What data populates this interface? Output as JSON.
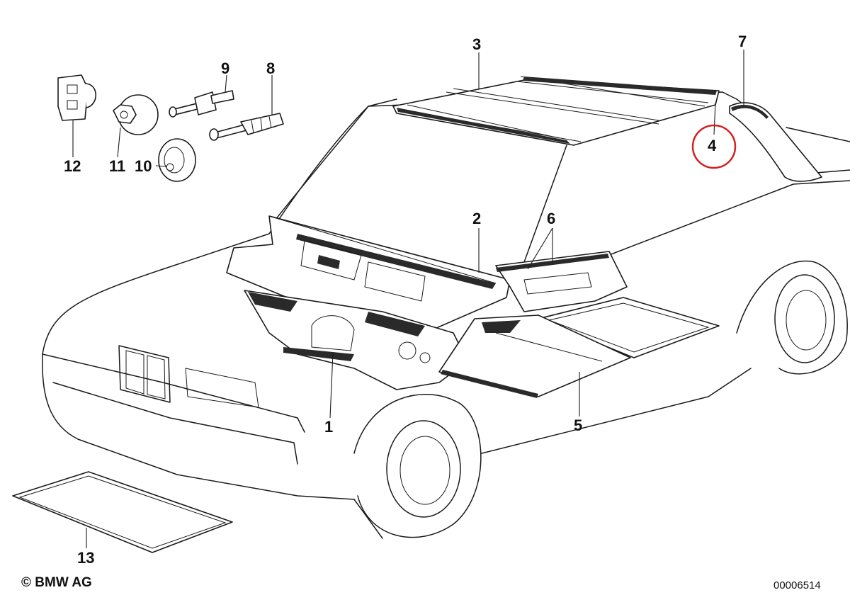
{
  "diagram": {
    "callouts": [
      {
        "id": "1",
        "label": "1"
      },
      {
        "id": "2",
        "label": "2"
      },
      {
        "id": "3",
        "label": "3"
      },
      {
        "id": "4",
        "label": "4"
      },
      {
        "id": "5",
        "label": "5"
      },
      {
        "id": "6",
        "label": "6"
      },
      {
        "id": "7",
        "label": "7"
      },
      {
        "id": "8",
        "label": "8"
      },
      {
        "id": "9",
        "label": "9"
      },
      {
        "id": "10",
        "label": "10"
      },
      {
        "id": "11",
        "label": "11"
      },
      {
        "id": "12",
        "label": "12"
      },
      {
        "id": "13",
        "label": "13"
      }
    ],
    "highlight": {
      "callout": "4",
      "color": "#d42020"
    },
    "copyright": "© BMW AG",
    "drawing_number": "00006514"
  }
}
